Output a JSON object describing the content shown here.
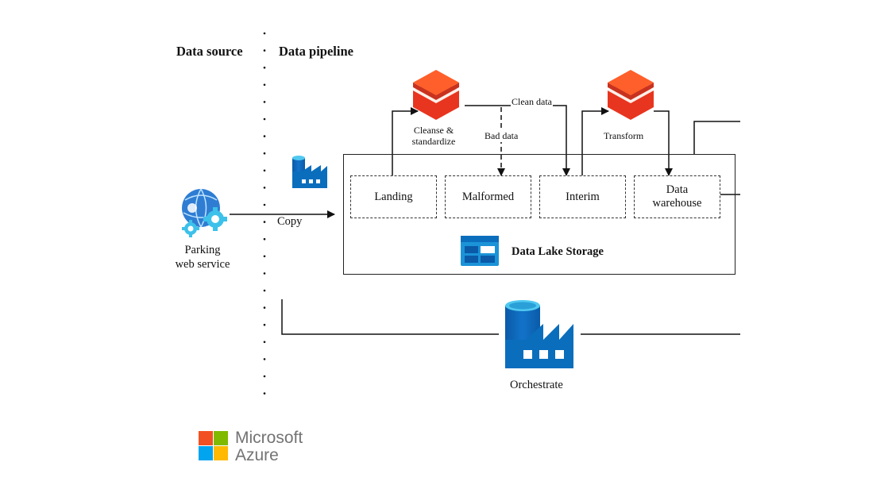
{
  "headers": {
    "data_source": "Data source",
    "data_pipeline": "Data pipeline"
  },
  "source": {
    "label_line1": "Parking",
    "label_line2": "web service",
    "icon": "web-app-gear-icon"
  },
  "copy_label": "Copy",
  "ingest_icon": "data-factory-icon",
  "databricks_icon": "databricks-icon",
  "cleanse": {
    "line1": "Cleanse &",
    "line2": "standardize"
  },
  "transform_label": "Transform",
  "edges": {
    "clean_data": "Clean data",
    "bad_data": "Bad data"
  },
  "lake": {
    "zones": [
      {
        "line1": "Landing",
        "line2": ""
      },
      {
        "line1": "Malformed",
        "line2": ""
      },
      {
        "line1": "Interim",
        "line2": ""
      },
      {
        "line1": "Data",
        "line2": "warehouse"
      }
    ],
    "title": "Data Lake Storage",
    "icon": "storage-account-icon"
  },
  "orchestrate_label": "Orchestrate",
  "brand": {
    "line1": "Microsoft",
    "line2": "Azure",
    "colors": [
      "#f25022",
      "#7fba00",
      "#00a4ef",
      "#ffb900"
    ]
  },
  "colors": {
    "databricks_top": "#ff5f2a",
    "databricks_side": "#e8351f",
    "azure_blue": "#0a6ebd",
    "azure_light": "#50c8f0",
    "line": "#111111"
  }
}
